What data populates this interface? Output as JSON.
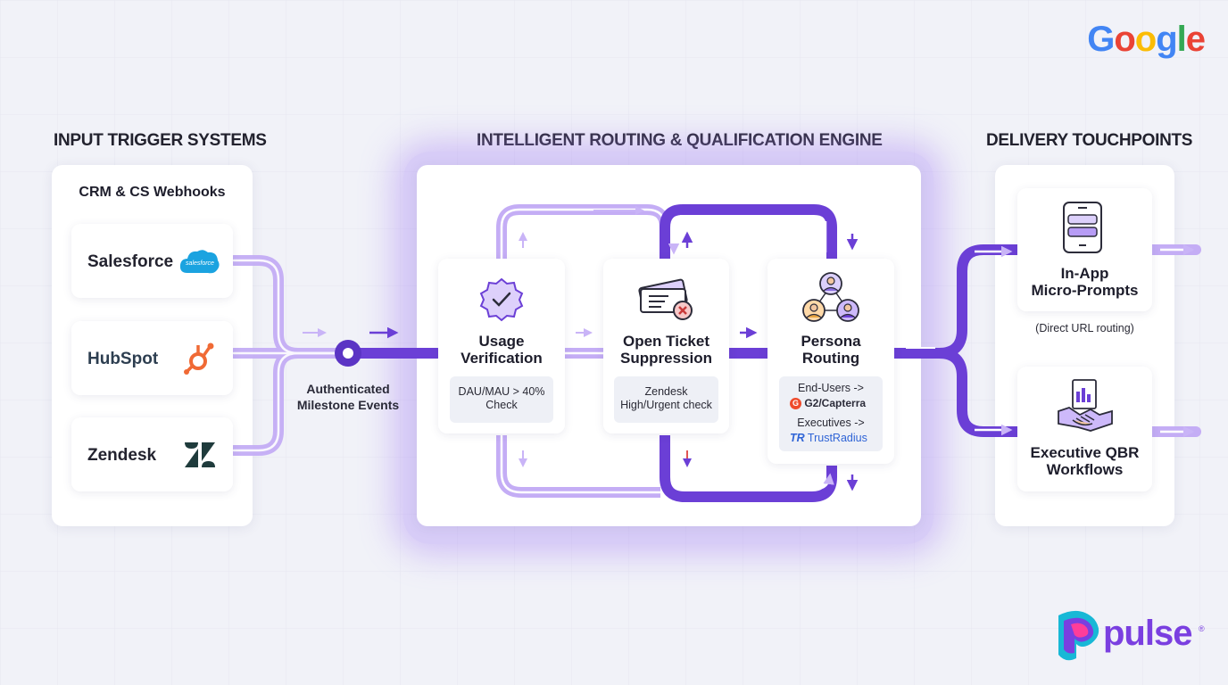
{
  "brand": {
    "google_logo": "Google",
    "pulse_logo": "pulse"
  },
  "colors": {
    "purple_dark": "#6b3fd6",
    "purple_light": "#cbb6f7",
    "salesforce": "#1ba3e0",
    "hubspot": "#f06a35",
    "zendesk": "#1f3b3c",
    "g2": "#ef4b2c",
    "trustradius": "#2f64d6"
  },
  "sections": {
    "input": "INPUT TRIGGER SYSTEMS",
    "engine": "INTELLIGENT ROUTING & QUALIFICATION ENGINE",
    "delivery": "DELIVERY TOUCHPOINTS"
  },
  "input_panel": {
    "title": "CRM & CS Webhooks",
    "sources": [
      {
        "name": "Salesforce",
        "logo_text": "salesforce",
        "icon": "salesforce-cloud-icon"
      },
      {
        "name": "HubSpot",
        "icon": "hubspot-sprocket-icon"
      },
      {
        "name": "Zendesk",
        "icon": "zendesk-z-icon"
      }
    ]
  },
  "connector_label": "Authenticated\nMilestone Events",
  "engine_nodes": [
    {
      "title": "Usage\nVerification",
      "sub": "DAU/MAU > 40%\nCheck",
      "icon": "verified-badge-icon"
    },
    {
      "title": "Open Ticket\nSuppression",
      "sub": "Zendesk\nHigh/Urgent check",
      "icon": "ticket-blocked-icon"
    },
    {
      "title": "Persona\nRouting",
      "icon": "persona-network-icon",
      "routes": [
        {
          "label": "End-Users ->",
          "target": "G2/Capterra",
          "target_icon": "g2-icon"
        },
        {
          "label": "Executives ->",
          "target": "TrustRadius",
          "target_icon": "trustradius-icon"
        }
      ]
    }
  ],
  "delivery_points": [
    {
      "title": "In-App\nMicro-Prompts",
      "icon": "mobile-prompt-icon",
      "note": "(Direct URL routing)"
    },
    {
      "title": "Executive QBR\nWorkflows",
      "icon": "handshake-report-icon"
    }
  ]
}
